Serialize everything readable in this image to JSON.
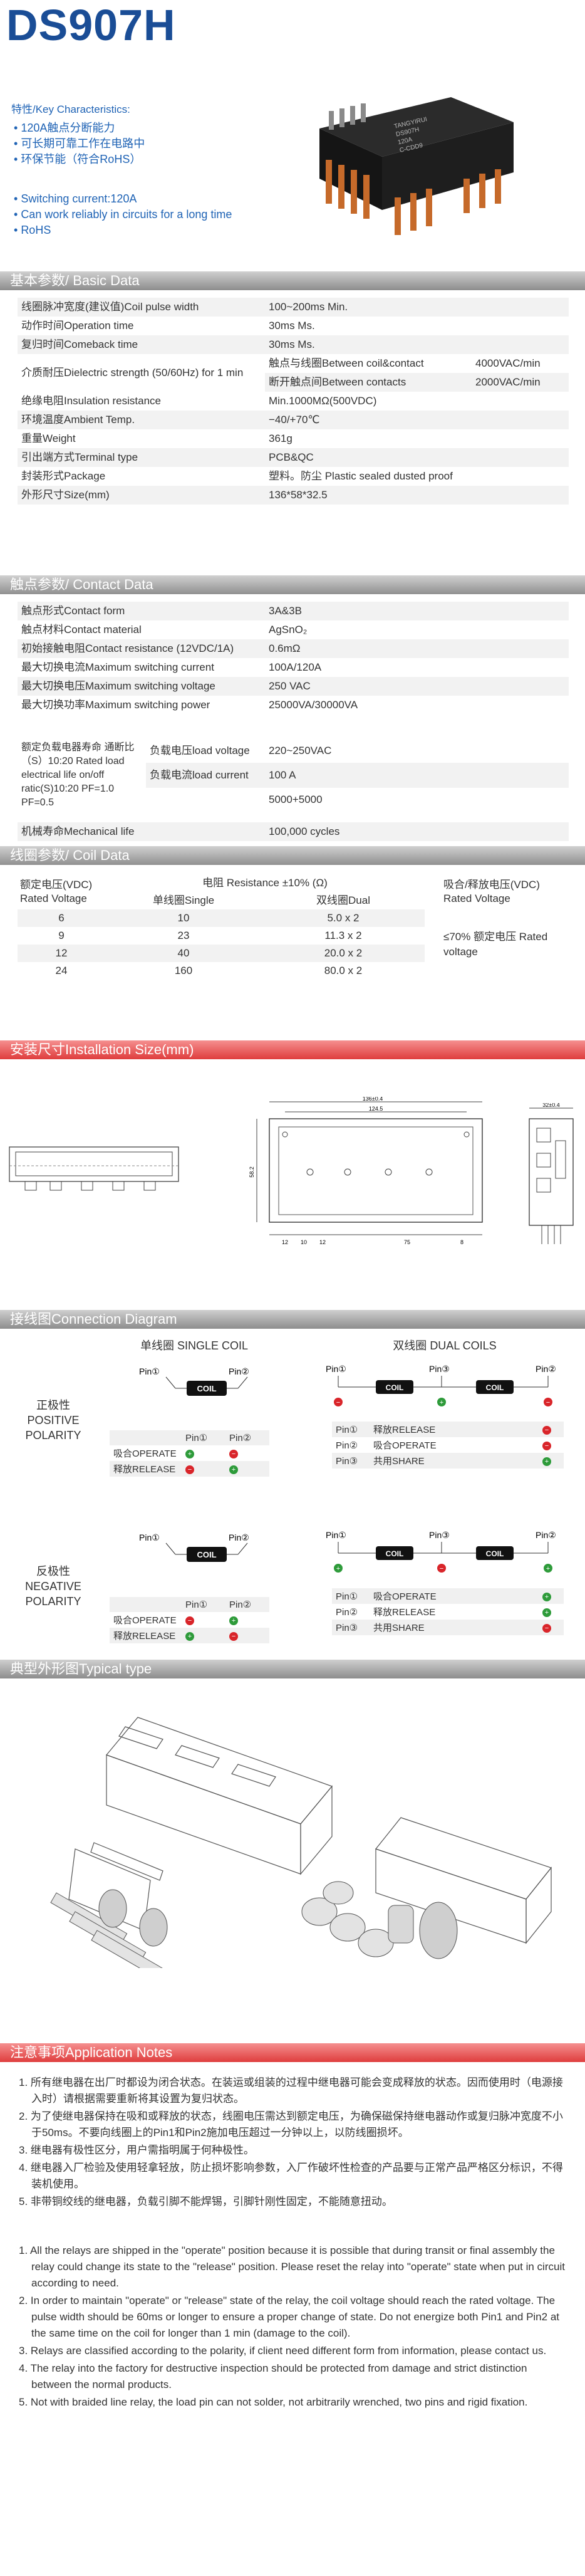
{
  "header": {
    "model": "DS907H",
    "kc_title": "特性/Key Characteristics:",
    "kc_cn": [
      "120A触点分断能力",
      "可长期可靠工作在电路中",
      "环保节能（符合RoHS）"
    ],
    "kc_en": [
      "Switching current:120A",
      "Can work reliably in circuits for a long time",
      "RoHS"
    ],
    "relay_text": [
      "TANGYIRUI",
      "DS907H",
      "120A",
      "C-CDD9"
    ]
  },
  "basic": {
    "title": "基本参数/ Basic Data",
    "rows": [
      [
        "线圈脉冲宽度(建议值)Coil pulse width",
        "100~200ms Min.",
        ""
      ],
      [
        "动作时间Operation time",
        "30ms Ms.",
        ""
      ],
      [
        "复归时间Comeback time",
        "30ms Ms.",
        ""
      ],
      [
        "触点与线圈Between coil&contact",
        "4000VAC/min"
      ],
      [
        "断开触点间Between contacts",
        "2000VAC/min"
      ],
      [
        "绝缘电阻Insulation resistance",
        "Min.1000MΩ(500VDC)",
        ""
      ],
      [
        "环境温度Ambient Temp.",
        "−40/+70℃",
        ""
      ],
      [
        "重量Weight",
        "361g",
        ""
      ],
      [
        "引出端方式Terminal type",
        "PCB&QC",
        ""
      ],
      [
        "封装形式Package",
        "塑料。防尘 Plastic sealed dusted proof",
        ""
      ],
      [
        "外形尺寸Size(mm)",
        "136*58*32.5",
        ""
      ]
    ],
    "dielectric_label": "介质耐压Dielectric strength (50/60Hz) for 1 min"
  },
  "contact": {
    "title": "触点参数/ Contact Data",
    "rows": [
      [
        "触点形式Contact form",
        "3A&3B"
      ],
      [
        "触点材料Contact material",
        "AgSnO₂"
      ],
      [
        "初始接触电阻Contact resistance (12VDC/1A)",
        "0.6mΩ"
      ],
      [
        "最大切换电流Maximum switching current",
        "100A/120A"
      ],
      [
        "最大切换电压Maximum switching voltage",
        "250 VAC"
      ],
      [
        "最大切换功率Maximum switching power",
        "25000VA/30000VA"
      ]
    ],
    "life_label": "额定负载电器寿命 通断比（S）10:20 Rated load electrical life on/off ratic(S)10:20 PF=1.0 PF=0.5",
    "life_rows": [
      [
        "负载电压load voltage",
        "220~250VAC"
      ],
      [
        "负载电流load current",
        "100 A"
      ],
      [
        "",
        "5000+5000"
      ]
    ],
    "mech": [
      "机械寿命Mechanical life",
      "100,000 cycles"
    ]
  },
  "coil": {
    "title": "线圈参数/ Coil  Data",
    "h_voltage": "额定电压(VDC) Rated Voltage",
    "h_resistance": "电阻 Resistance ±10% (Ω)",
    "h_single": "单线圈Single",
    "h_dual": "双线圈Dual",
    "h_release": "吸合/释放电压(VDC) Rated Voltage",
    "release_value": "≤70% 额定电压 Rated voltage",
    "rows": [
      [
        "6",
        "10",
        "5.0 x 2"
      ],
      [
        "9",
        "23",
        "11.3 x 2"
      ],
      [
        "12",
        "40",
        "20.0 x 2"
      ],
      [
        "24",
        "160",
        "80.0 x 2"
      ]
    ]
  },
  "install": {
    "title": "安装尺寸Installation Size(mm)",
    "dims": [
      "136±0.4",
      "124.5",
      "58.2",
      "32±0.4",
      "75",
      "12",
      "10",
      "12",
      "8"
    ]
  },
  "connection": {
    "title": "接线图Connection Diagram",
    "single_head": "单线圈 SINGLE COIL",
    "dual_head": "双线圈 DUAL COILS",
    "coil_word": "COIL",
    "pos_label": "正极性 POSITIVE POLARITY",
    "neg_label": "反极性 NEGATIVE POLARITY",
    "pin1": "Pin①",
    "pin2": "Pin②",
    "pin3": "Pin③",
    "operate": "吸合OPERATE",
    "release": "释放RELEASE",
    "share": "共用SHARE"
  },
  "typical": {
    "title": "典型外形图Typical type"
  },
  "notes": {
    "title": "注意事项Application Notes",
    "cn": [
      "1. 所有继电器在出厂时都设为闭合状态。在装运或组装的过程中继电器可能会变成释放的状态。因而使用时（电源接入时）请根据需要重新将其设置为复归状态。",
      "2. 为了使继电器保持在吸和或释放的状态，线圈电压需达到额定电压，为确保磁保持继电器动作或复归脉冲宽度不小于50ms。不要向线圈上的Pin1和Pin2施加电压超过一分钟以上，以防线圈损坏。",
      "3. 继电器有极性区分，用户需指明属于何种极性。",
      "4. 继电器入厂检验及使用轻拿轻放，防止损坏影响参数，入厂作破坏性检查的产品要与正常产品严格区分标识，不得装机使用。",
      "5. 非带铜绞线的继电器，负载引脚不能焊锡，引脚针刚性固定，不能随意扭动。"
    ],
    "en": [
      "1. All the relays are shipped in the \"operate\" position because it is possible that during transit or  final assembly the relay could change its state to the \"release\" position. Please reset the relay into \"operate\"  state when put in circuit according to need.",
      "2. In order to maintain \"operate\" or \"release\" state of the relay, the coil voltage should reach the rated voltage. The pulse width should be 60ms or longer to ensure a proper change of state. Do not energize both Pin1 and Pin2 at the same time on the coil for longer than 1 min (damage to the coil).",
      "3. Relays are classified according to the polarity, if client need different form from information, please contact us.",
      "4. The relay into the factory for destructive inspection should be protected from damage and strict distinction between the normal products.",
      "5. Not with braided line relay, the load pin can not solder, not arbitrarily wrenched, two pins and rigid fixation."
    ]
  },
  "colors": {
    "brand_blue": "#1a4d96",
    "accent_blue": "#1f63b5",
    "red_section": "#df3d3d",
    "plus_green": "#2e9b3a",
    "minus_red": "#d9252a"
  }
}
